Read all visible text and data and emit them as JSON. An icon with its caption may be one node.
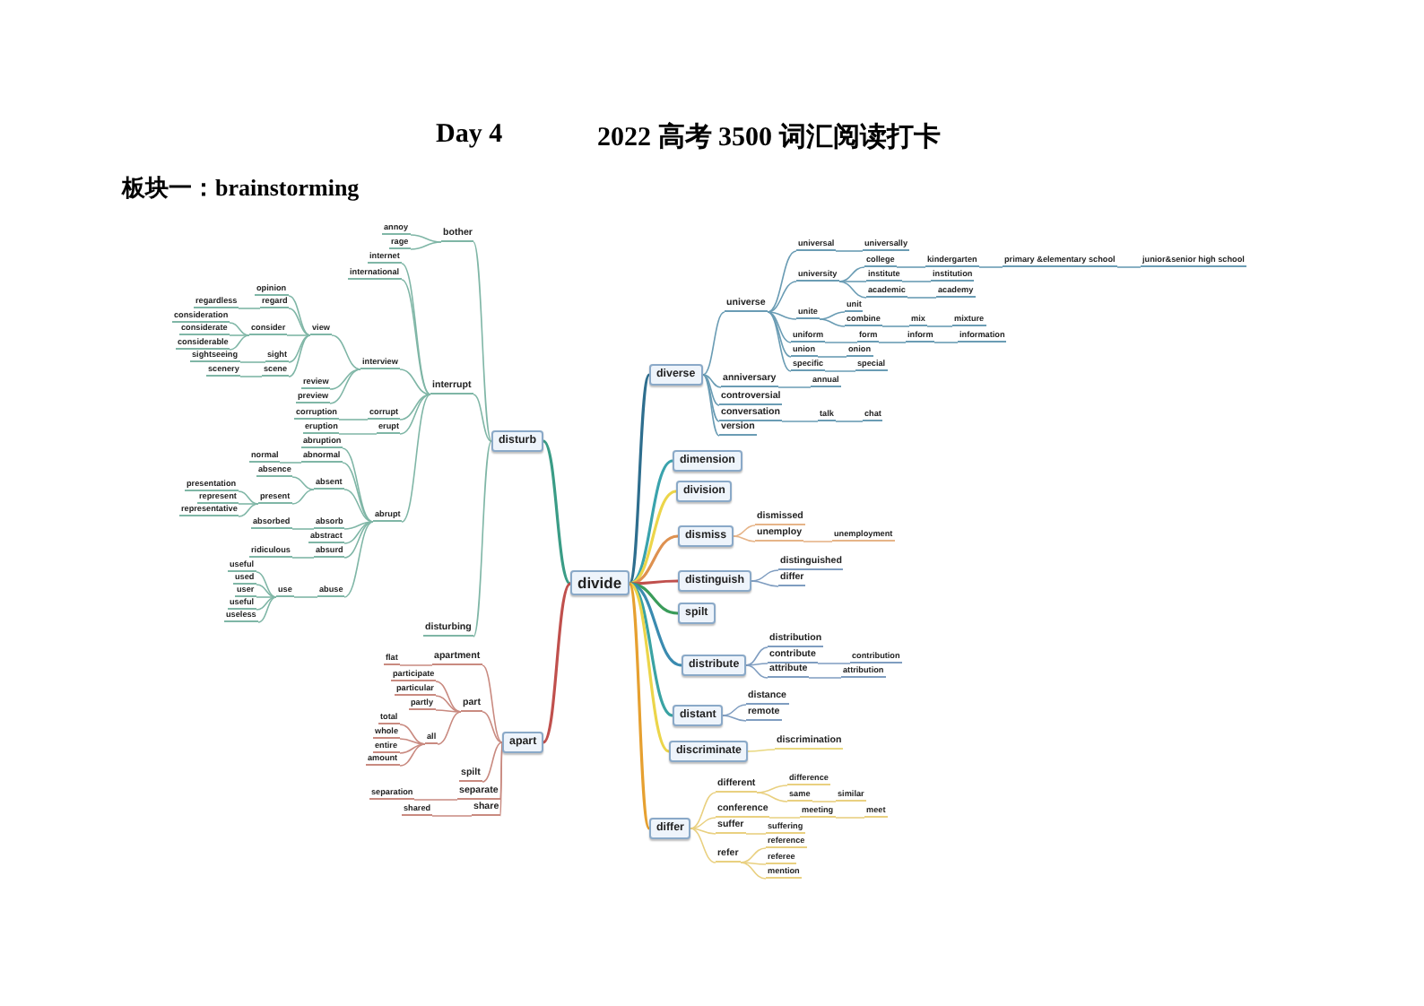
{
  "diagram": {
    "title": "Day 4",
    "labels": [
      "2022 高考 3500 词汇阅读打卡",
      "板块一：brainstorming"
    ],
    "nodes": [
      {
        "text": [
          "divide"
        ]
      },
      {
        "text": [
          "disturb"
        ]
      },
      {
        "text": [
          "bother"
        ]
      },
      {
        "text": [
          "annoy"
        ]
      },
      {
        "text": [
          "rage"
        ]
      },
      {
        "text": [
          "interrupt"
        ]
      },
      {
        "text": [
          "internet"
        ]
      },
      {
        "text": [
          "international"
        ]
      },
      {
        "text": [
          "interview"
        ]
      },
      {
        "text": [
          "view"
        ]
      },
      {
        "text": [
          "opinion"
        ]
      },
      {
        "text": [
          "regard"
        ]
      },
      {
        "text": [
          "regardless"
        ]
      },
      {
        "text": [
          "consider"
        ]
      },
      {
        "text": [
          "consideration"
        ]
      },
      {
        "text": [
          "considerate"
        ]
      },
      {
        "text": [
          "considerable"
        ]
      },
      {
        "text": [
          "sight"
        ]
      },
      {
        "text": [
          "sightseeing"
        ]
      },
      {
        "text": [
          "scene"
        ]
      },
      {
        "text": [
          "scenery"
        ]
      },
      {
        "text": [
          "review"
        ]
      },
      {
        "text": [
          "preview"
        ]
      },
      {
        "text": [
          "corrupt"
        ]
      },
      {
        "text": [
          "corruption"
        ]
      },
      {
        "text": [
          "erupt"
        ]
      },
      {
        "text": [
          "eruption"
        ]
      },
      {
        "text": [
          "abrupt"
        ]
      },
      {
        "text": [
          "abruption"
        ]
      },
      {
        "text": [
          "abnormal"
        ]
      },
      {
        "text": [
          "normal"
        ]
      },
      {
        "text": [
          "absent"
        ]
      },
      {
        "text": [
          "absence"
        ]
      },
      {
        "text": [
          "present"
        ]
      },
      {
        "text": [
          "presentation"
        ]
      },
      {
        "text": [
          "represent"
        ]
      },
      {
        "text": [
          "representative"
        ]
      },
      {
        "text": [
          "absorb"
        ]
      },
      {
        "text": [
          "absorbed"
        ]
      },
      {
        "text": [
          "abstract"
        ]
      },
      {
        "text": [
          "absurd"
        ]
      },
      {
        "text": [
          "ridiculous"
        ]
      },
      {
        "text": [
          "abuse"
        ]
      },
      {
        "text": [
          "use"
        ]
      },
      {
        "text": [
          "useful"
        ]
      },
      {
        "text": [
          "used"
        ]
      },
      {
        "text": [
          "user"
        ]
      },
      {
        "text": [
          "useful"
        ]
      },
      {
        "text": [
          "useless"
        ]
      },
      {
        "text": [
          "disturbing"
        ]
      },
      {
        "text": [
          "apart"
        ]
      },
      {
        "text": [
          "apartment"
        ]
      },
      {
        "text": [
          "flat"
        ]
      },
      {
        "text": [
          "part"
        ]
      },
      {
        "text": [
          "participate"
        ]
      },
      {
        "text": [
          "particular"
        ]
      },
      {
        "text": [
          "partly"
        ]
      },
      {
        "text": [
          "all"
        ]
      },
      {
        "text": [
          "total"
        ]
      },
      {
        "text": [
          "whole"
        ]
      },
      {
        "text": [
          "entire"
        ]
      },
      {
        "text": [
          "amount"
        ]
      },
      {
        "text": [
          "spilt"
        ]
      },
      {
        "text": [
          "separate"
        ]
      },
      {
        "text": [
          "separation"
        ]
      },
      {
        "text": [
          "share"
        ]
      },
      {
        "text": [
          "shared"
        ]
      },
      {
        "text": [
          "diverse"
        ]
      },
      {
        "text": [
          "universe"
        ]
      },
      {
        "text": [
          "universal"
        ]
      },
      {
        "text": [
          "universally"
        ]
      },
      {
        "text": [
          "university"
        ]
      },
      {
        "text": [
          "college"
        ]
      },
      {
        "text": [
          "kindergarten"
        ]
      },
      {
        "text": [
          "primary &elementary school"
        ]
      },
      {
        "text": [
          "junior&senior high school"
        ]
      },
      {
        "text": [
          "institute"
        ]
      },
      {
        "text": [
          "institution"
        ]
      },
      {
        "text": [
          "academic"
        ]
      },
      {
        "text": [
          "academy"
        ]
      },
      {
        "text": [
          "unite"
        ]
      },
      {
        "text": [
          "unit"
        ]
      },
      {
        "text": [
          "combine"
        ]
      },
      {
        "text": [
          "mix"
        ]
      },
      {
        "text": [
          "mixture"
        ]
      },
      {
        "text": [
          "uniform"
        ]
      },
      {
        "text": [
          "form"
        ]
      },
      {
        "text": [
          "inform"
        ]
      },
      {
        "text": [
          "information"
        ]
      },
      {
        "text": [
          "union"
        ]
      },
      {
        "text": [
          "onion"
        ]
      },
      {
        "text": [
          "specific"
        ]
      },
      {
        "text": [
          "special"
        ]
      },
      {
        "text": [
          "anniversary"
        ]
      },
      {
        "text": [
          "annual"
        ]
      },
      {
        "text": [
          "controversial"
        ]
      },
      {
        "text": [
          "conversation"
        ]
      },
      {
        "text": [
          "talk"
        ]
      },
      {
        "text": [
          "chat"
        ]
      },
      {
        "text": [
          "version"
        ]
      },
      {
        "text": [
          "dimension"
        ]
      },
      {
        "text": [
          "division"
        ]
      },
      {
        "text": [
          "dismiss"
        ]
      },
      {
        "text": [
          "dismissed"
        ]
      },
      {
        "text": [
          "unemploy"
        ]
      },
      {
        "text": [
          "unemployment"
        ]
      },
      {
        "text": [
          "distinguish"
        ]
      },
      {
        "text": [
          "distinguished"
        ]
      },
      {
        "text": [
          "differ"
        ]
      },
      {
        "text": [
          "spilt"
        ]
      },
      {
        "text": [
          "distribute"
        ]
      },
      {
        "text": [
          "distribution"
        ]
      },
      {
        "text": [
          "contribute"
        ]
      },
      {
        "text": [
          "contribution"
        ]
      },
      {
        "text": [
          "attribute"
        ]
      },
      {
        "text": [
          "attribution"
        ]
      },
      {
        "text": [
          "distant"
        ]
      },
      {
        "text": [
          "distance"
        ]
      },
      {
        "text": [
          "remote"
        ]
      },
      {
        "text": [
          "discriminate"
        ]
      },
      {
        "text": [
          "discrimination"
        ]
      },
      {
        "text": [
          "differ"
        ]
      },
      {
        "text": [
          "different"
        ]
      },
      {
        "text": [
          "difference"
        ]
      },
      {
        "text": [
          "same"
        ]
      },
      {
        "text": [
          "similar"
        ]
      },
      {
        "text": [
          "conference"
        ]
      },
      {
        "text": [
          "meeting"
        ]
      },
      {
        "text": [
          "meet"
        ]
      },
      {
        "text": [
          "suffer"
        ]
      },
      {
        "text": [
          "suffering"
        ]
      },
      {
        "text": [
          "refer"
        ]
      },
      {
        "text": [
          "reference"
        ]
      },
      {
        "text": [
          "referee"
        ]
      },
      {
        "text": [
          "mention"
        ]
      }
    ],
    "edges": [
      {
        "from": 0,
        "to": 1,
        "arrow": "none",
        "color": "#3a9c86"
      },
      {
        "from": 1,
        "to": 2,
        "arrow": "none"
      },
      {
        "from": 2,
        "to": 3,
        "arrow": "none"
      },
      {
        "from": 2,
        "to": 4,
        "arrow": "none"
      },
      {
        "from": 1,
        "to": 5,
        "arrow": "none"
      },
      {
        "from": 5,
        "to": 6,
        "arrow": "none"
      },
      {
        "from": 5,
        "to": 7,
        "arrow": "none"
      },
      {
        "from": 5,
        "to": 8,
        "arrow": "none"
      },
      {
        "from": 8,
        "to": 9,
        "arrow": "none"
      },
      {
        "from": 9,
        "to": 10,
        "arrow": "none"
      },
      {
        "from": 9,
        "to": 11,
        "arrow": "none"
      },
      {
        "from": 11,
        "to": 12,
        "arrow": "none"
      },
      {
        "from": 9,
        "to": 13,
        "arrow": "none"
      },
      {
        "from": 13,
        "to": 14,
        "arrow": "none"
      },
      {
        "from": 13,
        "to": 15,
        "arrow": "none"
      },
      {
        "from": 13,
        "to": 16,
        "arrow": "none"
      },
      {
        "from": 9,
        "to": 17,
        "arrow": "none"
      },
      {
        "from": 17,
        "to": 18,
        "arrow": "none"
      },
      {
        "from": 9,
        "to": 19,
        "arrow": "none"
      },
      {
        "from": 19,
        "to": 20,
        "arrow": "none"
      },
      {
        "from": 8,
        "to": 21,
        "arrow": "none"
      },
      {
        "from": 8,
        "to": 22,
        "arrow": "none"
      },
      {
        "from": 5,
        "to": 23,
        "arrow": "none"
      },
      {
        "from": 23,
        "to": 24,
        "arrow": "none"
      },
      {
        "from": 5,
        "to": 25,
        "arrow": "none"
      },
      {
        "from": 25,
        "to": 26,
        "arrow": "none"
      },
      {
        "from": 5,
        "to": 27,
        "arrow": "none"
      },
      {
        "from": 27,
        "to": 28,
        "arrow": "none"
      },
      {
        "from": 27,
        "to": 29,
        "arrow": "none"
      },
      {
        "from": 29,
        "to": 30,
        "arrow": "none"
      },
      {
        "from": 27,
        "to": 31,
        "arrow": "none"
      },
      {
        "from": 31,
        "to": 32,
        "arrow": "none"
      },
      {
        "from": 31,
        "to": 33,
        "arrow": "none"
      },
      {
        "from": 33,
        "to": 34,
        "arrow": "none"
      },
      {
        "from": 33,
        "to": 35,
        "arrow": "none"
      },
      {
        "from": 33,
        "to": 36,
        "arrow": "none"
      },
      {
        "from": 27,
        "to": 37,
        "arrow": "none"
      },
      {
        "from": 37,
        "to": 38,
        "arrow": "none"
      },
      {
        "from": 27,
        "to": 39,
        "arrow": "none"
      },
      {
        "from": 27,
        "to": 40,
        "arrow": "none"
      },
      {
        "from": 40,
        "to": 41,
        "arrow": "none"
      },
      {
        "from": 27,
        "to": 42,
        "arrow": "none"
      },
      {
        "from": 42,
        "to": 43,
        "arrow": "none"
      },
      {
        "from": 43,
        "to": 44,
        "arrow": "none"
      },
      {
        "from": 43,
        "to": 45,
        "arrow": "none"
      },
      {
        "from": 43,
        "to": 46,
        "arrow": "none"
      },
      {
        "from": 43,
        "to": 47,
        "arrow": "none"
      },
      {
        "from": 43,
        "to": 48,
        "arrow": "none"
      },
      {
        "from": 1,
        "to": 49,
        "arrow": "none"
      },
      {
        "from": 0,
        "to": 50,
        "arrow": "none",
        "color": "#c0504d"
      },
      {
        "from": 50,
        "to": 51,
        "arrow": "none",
        "color": "#c98a80"
      },
      {
        "from": 51,
        "to": 52,
        "arrow": "none",
        "color": "#c98a80"
      },
      {
        "from": 50,
        "to": 53,
        "arrow": "none",
        "color": "#c98a80"
      },
      {
        "from": 53,
        "to": 54,
        "arrow": "none",
        "color": "#c98a80"
      },
      {
        "from": 53,
        "to": 55,
        "arrow": "none",
        "color": "#c98a80"
      },
      {
        "from": 53,
        "to": 56,
        "arrow": "none",
        "color": "#c98a80"
      },
      {
        "from": 53,
        "to": 57,
        "arrow": "none",
        "color": "#c98a80"
      },
      {
        "from": 57,
        "to": 58,
        "arrow": "none",
        "color": "#c98a80"
      },
      {
        "from": 57,
        "to": 59,
        "arrow": "none",
        "color": "#c98a80"
      },
      {
        "from": 57,
        "to": 60,
        "arrow": "none",
        "color": "#c98a80"
      },
      {
        "from": 57,
        "to": 61,
        "arrow": "none",
        "color": "#c98a80"
      },
      {
        "from": 50,
        "to": 62,
        "arrow": "none",
        "color": "#c98a80"
      },
      {
        "from": 50,
        "to": 63,
        "arrow": "none",
        "color": "#c98a80"
      },
      {
        "from": 63,
        "to": 64,
        "arrow": "none",
        "color": "#c98a80"
      },
      {
        "from": 50,
        "to": 65,
        "arrow": "none",
        "color": "#c98a80"
      },
      {
        "from": 65,
        "to": 66,
        "arrow": "none",
        "color": "#c98a80"
      },
      {
        "from": 0,
        "to": 67,
        "arrow": "none",
        "color": "#2e6e8e"
      },
      {
        "from": 67,
        "to": 68,
        "arrow": "none",
        "color": "#6a9cb4"
      },
      {
        "from": 68,
        "to": 69,
        "arrow": "none",
        "color": "#6a9cb4"
      },
      {
        "from": 69,
        "to": 70,
        "arrow": "none",
        "color": "#6a9cb4"
      },
      {
        "from": 68,
        "to": 71,
        "arrow": "none",
        "color": "#6a9cb4"
      },
      {
        "from": 71,
        "to": 72,
        "arrow": "none",
        "color": "#6a9cb4"
      },
      {
        "from": 72,
        "to": 73,
        "arrow": "none",
        "color": "#6a9cb4"
      },
      {
        "from": 73,
        "to": 74,
        "arrow": "none",
        "color": "#6a9cb4"
      },
      {
        "from": 74,
        "to": 75,
        "arrow": "none",
        "color": "#6a9cb4"
      },
      {
        "from": 71,
        "to": 76,
        "arrow": "none",
        "color": "#6a9cb4"
      },
      {
        "from": 76,
        "to": 77,
        "arrow": "none",
        "color": "#6a9cb4"
      },
      {
        "from": 71,
        "to": 78,
        "arrow": "none",
        "color": "#6a9cb4"
      },
      {
        "from": 78,
        "to": 79,
        "arrow": "none",
        "color": "#6a9cb4"
      },
      {
        "from": 68,
        "to": 80,
        "arrow": "none",
        "color": "#6a9cb4"
      },
      {
        "from": 80,
        "to": 81,
        "arrow": "none",
        "color": "#6a9cb4"
      },
      {
        "from": 80,
        "to": 82,
        "arrow": "none",
        "color": "#6a9cb4"
      },
      {
        "from": 82,
        "to": 83,
        "arrow": "none",
        "color": "#6a9cb4"
      },
      {
        "from": 83,
        "to": 84,
        "arrow": "none",
        "color": "#6a9cb4"
      },
      {
        "from": 68,
        "to": 85,
        "arrow": "none",
        "color": "#6a9cb4"
      },
      {
        "from": 85,
        "to": 86,
        "arrow": "none",
        "color": "#6a9cb4"
      },
      {
        "from": 86,
        "to": 87,
        "arrow": "none",
        "color": "#6a9cb4"
      },
      {
        "from": 87,
        "to": 88,
        "arrow": "none",
        "color": "#6a9cb4"
      },
      {
        "from": 68,
        "to": 89,
        "arrow": "none",
        "color": "#6a9cb4"
      },
      {
        "from": 89,
        "to": 90,
        "arrow": "none",
        "color": "#6a9cb4"
      },
      {
        "from": 68,
        "to": 91,
        "arrow": "none",
        "color": "#6a9cb4"
      },
      {
        "from": 91,
        "to": 92,
        "arrow": "none",
        "color": "#6a9cb4"
      },
      {
        "from": 67,
        "to": 93,
        "arrow": "none",
        "color": "#6a9cb4"
      },
      {
        "from": 93,
        "to": 94,
        "arrow": "none",
        "color": "#6a9cb4"
      },
      {
        "from": 67,
        "to": 95,
        "arrow": "none",
        "color": "#6a9cb4"
      },
      {
        "from": 67,
        "to": 96,
        "arrow": "none",
        "color": "#6a9cb4"
      },
      {
        "from": 96,
        "to": 97,
        "arrow": "none",
        "color": "#6a9cb4"
      },
      {
        "from": 97,
        "to": 98,
        "arrow": "none",
        "color": "#6a9cb4"
      },
      {
        "from": 67,
        "to": 99,
        "arrow": "none",
        "color": "#6a9cb4"
      },
      {
        "from": 0,
        "to": 100,
        "arrow": "none",
        "color": "#3aa3ad"
      },
      {
        "from": 0,
        "to": 101,
        "arrow": "none",
        "color": "#ecd54a"
      },
      {
        "from": 0,
        "to": 102,
        "arrow": "none",
        "color": "#de9150"
      },
      {
        "from": 102,
        "to": 103,
        "arrow": "none",
        "color": "#e6b488"
      },
      {
        "from": 102,
        "to": 104,
        "arrow": "none",
        "color": "#e6b488"
      },
      {
        "from": 104,
        "to": 105,
        "arrow": "none",
        "color": "#e6b488"
      },
      {
        "from": 0,
        "to": 106,
        "arrow": "none",
        "color": "#c0504d"
      },
      {
        "from": 106,
        "to": 107,
        "arrow": "none",
        "color": "#7f9dc0"
      },
      {
        "from": 106,
        "to": 108,
        "arrow": "none",
        "color": "#7f9dc0"
      },
      {
        "from": 0,
        "to": 109,
        "arrow": "none",
        "color": "#3a9c5a"
      },
      {
        "from": 0,
        "to": 110,
        "arrow": "none",
        "color": "#3a8bb0"
      },
      {
        "from": 110,
        "to": 111,
        "arrow": "none",
        "color": "#7f9dc0"
      },
      {
        "from": 110,
        "to": 112,
        "arrow": "none",
        "color": "#7f9dc0"
      },
      {
        "from": 112,
        "to": 113,
        "arrow": "none",
        "color": "#7f9dc0"
      },
      {
        "from": 110,
        "to": 114,
        "arrow": "none",
        "color": "#7f9dc0"
      },
      {
        "from": 114,
        "to": 115,
        "arrow": "none",
        "color": "#7f9dc0"
      },
      {
        "from": 0,
        "to": 116,
        "arrow": "none",
        "color": "#3aa3a3"
      },
      {
        "from": 116,
        "to": 117,
        "arrow": "none",
        "color": "#7f9dc0"
      },
      {
        "from": 116,
        "to": 118,
        "arrow": "none",
        "color": "#7f9dc0"
      },
      {
        "from": 0,
        "to": 119,
        "arrow": "none",
        "color": "#ecd54a"
      },
      {
        "from": 119,
        "to": 120,
        "arrow": "none",
        "color": "#e9d880"
      },
      {
        "from": 0,
        "to": 121,
        "arrow": "none",
        "color": "#e6a030"
      },
      {
        "from": 121,
        "to": 122,
        "arrow": "none",
        "color": "#e9d080"
      },
      {
        "from": 122,
        "to": 123,
        "arrow": "none",
        "color": "#e9d080"
      },
      {
        "from": 122,
        "to": 124,
        "arrow": "none",
        "color": "#e9d080"
      },
      {
        "from": 124,
        "to": 125,
        "arrow": "none",
        "color": "#e9d080"
      },
      {
        "from": 121,
        "to": 126,
        "arrow": "none",
        "color": "#e9d080"
      },
      {
        "from": 126,
        "to": 127,
        "arrow": "none",
        "color": "#e9d080"
      },
      {
        "from": 127,
        "to": 128,
        "arrow": "none",
        "color": "#e9d080"
      },
      {
        "from": 121,
        "to": 129,
        "arrow": "none",
        "color": "#e9d080"
      },
      {
        "from": 129,
        "to": 130,
        "arrow": "none",
        "color": "#e9d080"
      },
      {
        "from": 121,
        "to": 131,
        "arrow": "none",
        "color": "#e9d080"
      },
      {
        "from": 131,
        "to": 132,
        "arrow": "none",
        "color": "#e9d080"
      },
      {
        "from": 131,
        "to": 133,
        "arrow": "none",
        "color": "#e9d080"
      },
      {
        "from": 131,
        "to": 134,
        "arrow": "none",
        "color": "#e9d080"
      }
    ]
  }
}
